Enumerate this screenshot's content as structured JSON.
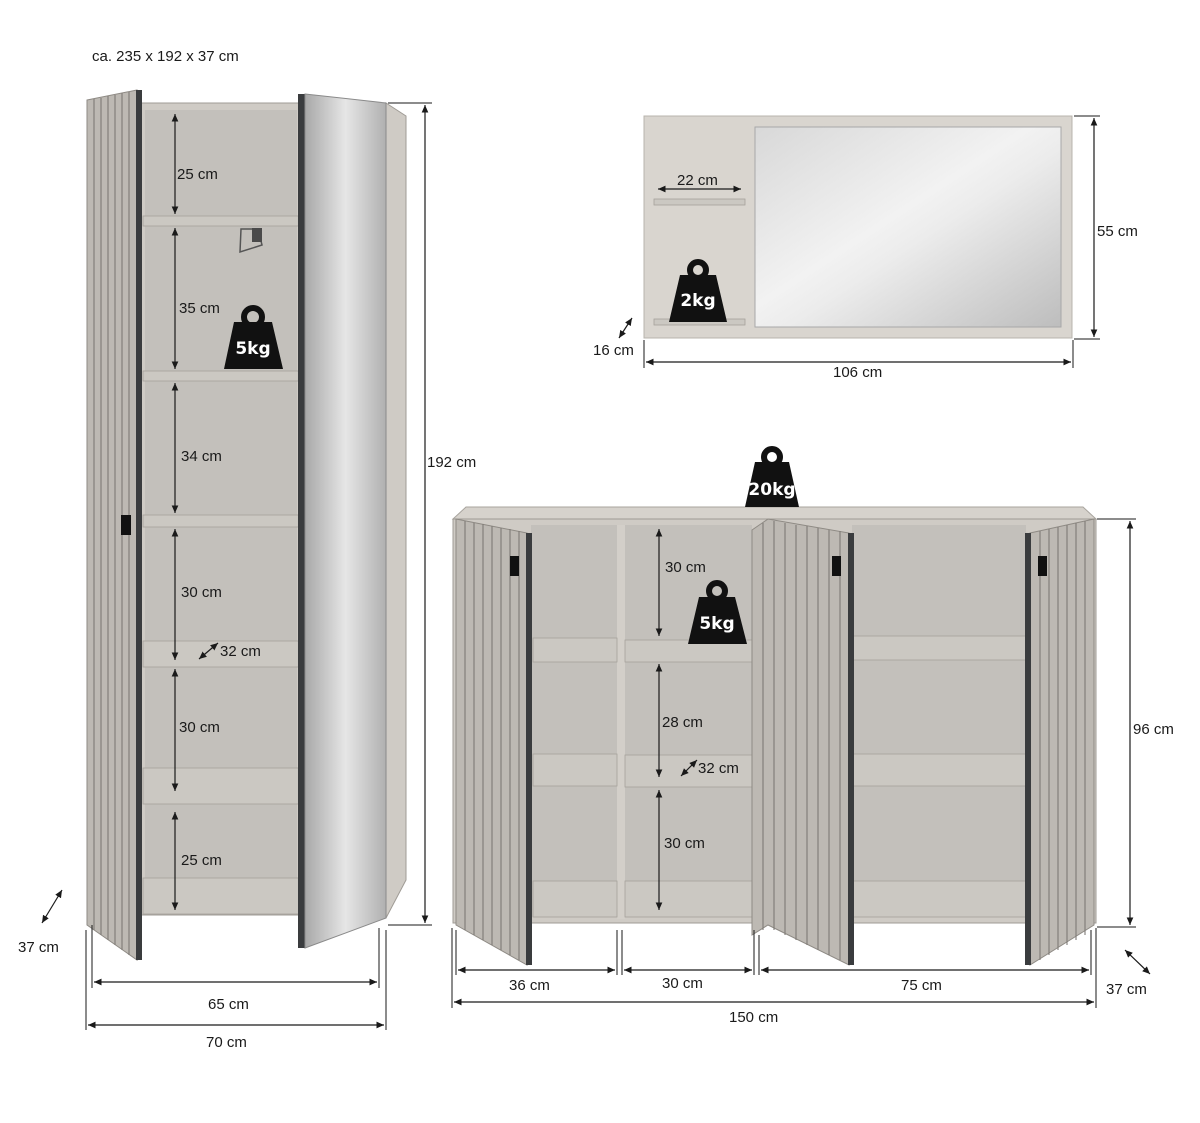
{
  "header": {
    "overall_dimensions": "ca. 235 x 192 x 37 cm"
  },
  "wardrobe": {
    "compartments": [
      "25 cm",
      "35 cm",
      "34 cm",
      "30 cm",
      "30 cm",
      "25 cm"
    ],
    "shelf_depth": "32 cm",
    "height": "192 cm",
    "depth": "37 cm",
    "inner_width": "65 cm",
    "outer_width": "70 cm",
    "shelf_load": "5kg"
  },
  "mirror": {
    "shelf_width": "22 cm",
    "height": "55 cm",
    "depth": "16 cm",
    "width": "106 cm",
    "shelf_load": "2kg"
  },
  "sideboard": {
    "top_load": "20kg",
    "middle_compartments": [
      "30 cm",
      "28 cm",
      "30 cm"
    ],
    "shelf_load": "5kg",
    "shelf_depth": "32 cm",
    "height": "96 cm",
    "depth": "37 cm",
    "section_widths": [
      "36 cm",
      "30 cm",
      "75 cm"
    ],
    "total_width": "150 cm"
  },
  "colors": {
    "body": "#cfcbc5",
    "edge": "#3a3c3e",
    "weight_icon": "#111111"
  }
}
